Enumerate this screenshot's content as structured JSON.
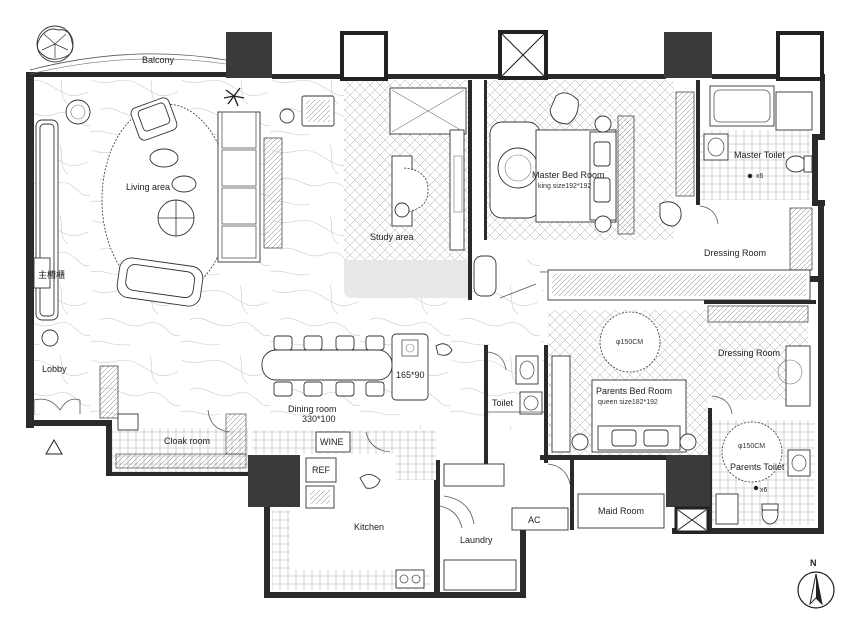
{
  "rooms": {
    "balcony": "Balcony",
    "living": "Living area",
    "study": "Study area",
    "master_bed": "Master Bed Room",
    "master_bed_size": "king size192*192",
    "master_toilet": "Master Toilet",
    "dressing_1": "Dressing Room",
    "dressing_2": "Dressing Room",
    "parents_bed": "Parents Bed Room",
    "parents_bed_size": "queen size182*192",
    "parents_toilet": "Parents Toilet",
    "toilet": "Toilet",
    "lobby": "Lobby",
    "dining": "Dining room",
    "dining_size": "330*100",
    "island_size": "165*90",
    "cloak": "Cloak room",
    "kitchen": "Kitchen",
    "laundry": "Laundry",
    "maid": "Maid  Room",
    "cabinet_cn": "主櫥櫃"
  },
  "fixtures": {
    "wine": "WINE",
    "ref": "REF",
    "ac": "AC",
    "round_150_a": "φ150CM",
    "round_150_b": "φ150CM",
    "x6_a": "x6",
    "x6_b": "x6"
  },
  "north": "N"
}
